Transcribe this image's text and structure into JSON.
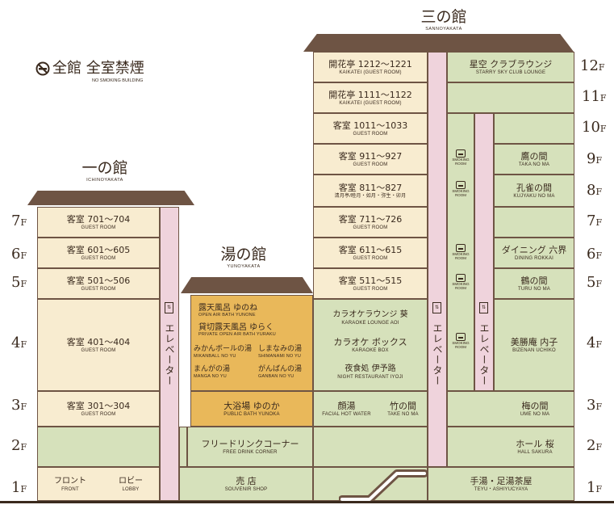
{
  "header": {
    "no_smoking_title": "全館 全室禁煙",
    "no_smoking_en": "NO SMOKING BUILDING"
  },
  "buildings": {
    "ichino": {
      "jp": "一の館",
      "en": "ICHINOYAKATA"
    },
    "yuno": {
      "jp": "湯の館",
      "en": "YUNOYAKATA"
    },
    "sanno": {
      "jp": "三の館",
      "en": "SANNOYAKATA"
    }
  },
  "floors_left": [
    "7F",
    "6F",
    "5F",
    "4F",
    "3F",
    "2F",
    "1F"
  ],
  "floors_right": [
    "12F",
    "11F",
    "10F",
    "9F",
    "8F",
    "7F",
    "6F",
    "5F",
    "4F",
    "3F",
    "2F",
    "1F"
  ],
  "ichino_rooms": [
    {
      "jp": "客室 701〜704",
      "en": "GUEST ROOM"
    },
    {
      "jp": "客室 601〜605",
      "en": "GUEST ROOM"
    },
    {
      "jp": "客室 501〜506",
      "en": "GUEST ROOM"
    },
    {
      "jp": "客室 401〜404",
      "en": "GUEST ROOM"
    },
    {
      "jp": "客室 301〜304",
      "en": "GUEST ROOM"
    }
  ],
  "ichino_1f": {
    "front_jp": "フロント",
    "front_en": "FRONT",
    "lobby_jp": "ロビー",
    "lobby_en": "LOBBY"
  },
  "elevator_label": "エレベーター",
  "yuno_4f": [
    {
      "jp": "露天風呂 ゆのね",
      "en": "OPEN AIR BATH YUNONE"
    },
    {
      "jp": "貸切露天風呂 ゆらく",
      "en": "PRIVATE OPEN AIR BATH YURAKU"
    },
    {
      "jp": "みかんボールの湯",
      "en": "MIKANBALL NO YU"
    },
    {
      "jp": "しまなみの湯",
      "en": "SHIMANAMI NO YU"
    },
    {
      "jp": "まんがの湯",
      "en": "MANGA NO YU"
    },
    {
      "jp": "がんばんの湯",
      "en": "GANBAN NO YU"
    }
  ],
  "yuno_3f": {
    "jp": "大浴場 ゆのか",
    "en": "PUBLIC BATH YUNOKA"
  },
  "yuno_2f": {
    "jp": "フリードリンクコーナー",
    "en": "FREE DRINK CORNER"
  },
  "yuno_1f": {
    "jp": "売 店",
    "en": "SOUVENIR SHOP"
  },
  "sanno_rooms": [
    {
      "jp": "開花亭 1212〜1221",
      "en": "KAIKATEI (GUEST ROOM)"
    },
    {
      "jp": "開花亭 1111〜1122",
      "en": "KAIKATEI (GUEST ROOM)"
    },
    {
      "jp": "客室 1011〜1033",
      "en": "GUEST ROOM"
    },
    {
      "jp": "客室 911〜927",
      "en": "GUEST ROOM"
    },
    {
      "jp": "客室 811〜827",
      "en": "清月亭/睦月・如月・弥生・卯月"
    },
    {
      "jp": "客室 711〜726",
      "en": "GUEST ROOM"
    },
    {
      "jp": "客室 611〜615",
      "en": "GUEST ROOM"
    },
    {
      "jp": "客室 511〜515",
      "en": "GUEST ROOM"
    }
  ],
  "sanno_4f_left": [
    {
      "jp": "カラオケラウンジ 葵",
      "en": "KARAOKE LOUNGE AOI"
    },
    {
      "jp": "カラオケ ボックス",
      "en": "KARAOKE BOX"
    },
    {
      "jp": "夜食処 伊予路",
      "en": "NIGHT RESTAURANT IYOJI"
    }
  ],
  "sanno_3f_left": {
    "a_jp": "顔湯",
    "a_en": "FACIAL HOT WATER",
    "b_jp": "竹の間",
    "b_en": "TAKE NO MA"
  },
  "sanno_right": [
    {
      "jp": "星空 クラブラウンジ",
      "en": "STARRY SKY CLUB LOUNGE"
    },
    {
      "jp": "鷹の間",
      "en": "TAKA NO MA"
    },
    {
      "jp": "孔雀の間",
      "en": "KUJYAKU NO MA"
    },
    {
      "jp": "ダイニング 六界",
      "en": "DINING ROKKAI"
    },
    {
      "jp": "鶴の間",
      "en": "TURU NO MA"
    },
    {
      "jp": "美勝庵 内子",
      "en": "BIZENAN UCHIKO"
    },
    {
      "jp": "梅の間",
      "en": "UME NO MA"
    },
    {
      "jp": "ホール 桜",
      "en": "HALL SAKURA"
    }
  ],
  "sanno_1f": {
    "jp": "手湯・足湯茶屋",
    "en": "TEYU・ASHIYUCYAYA"
  },
  "smoking_room": "SMOKING ROOM",
  "colors": {
    "cream": "#f8ecd0",
    "green": "#d6e1bb",
    "pink": "#efd3dc",
    "orange": "#e9b85a",
    "roof": "#6e5444"
  }
}
